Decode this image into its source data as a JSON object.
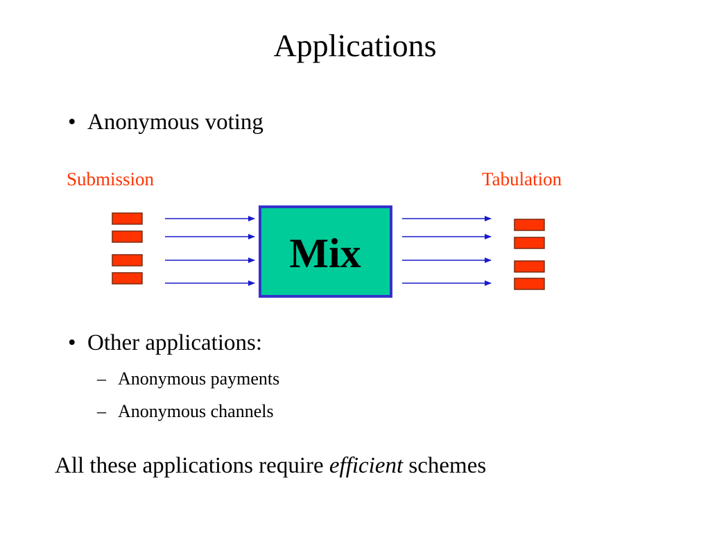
{
  "slide": {
    "title": "Applications",
    "bullets": [
      {
        "mark": "•",
        "text": "Anonymous voting"
      },
      {
        "mark": "•",
        "text": "Other applications:"
      }
    ],
    "sub_bullets": [
      {
        "mark": "–",
        "text": "Anonymous payments"
      },
      {
        "mark": "–",
        "text": "Anonymous channels"
      }
    ],
    "diagram": {
      "left_label": "Submission",
      "right_label": "Tabulation",
      "box_label": "Mix",
      "label_color": "#ff3300",
      "box_color": "#00cc99",
      "box_border_color": "#3333cc",
      "ballot_color": "#ff3300",
      "arrow_color": "#1a1acc"
    },
    "conclusion": {
      "before": "All these applications require ",
      "emphasis": "efficient",
      "after": " schemes"
    }
  }
}
